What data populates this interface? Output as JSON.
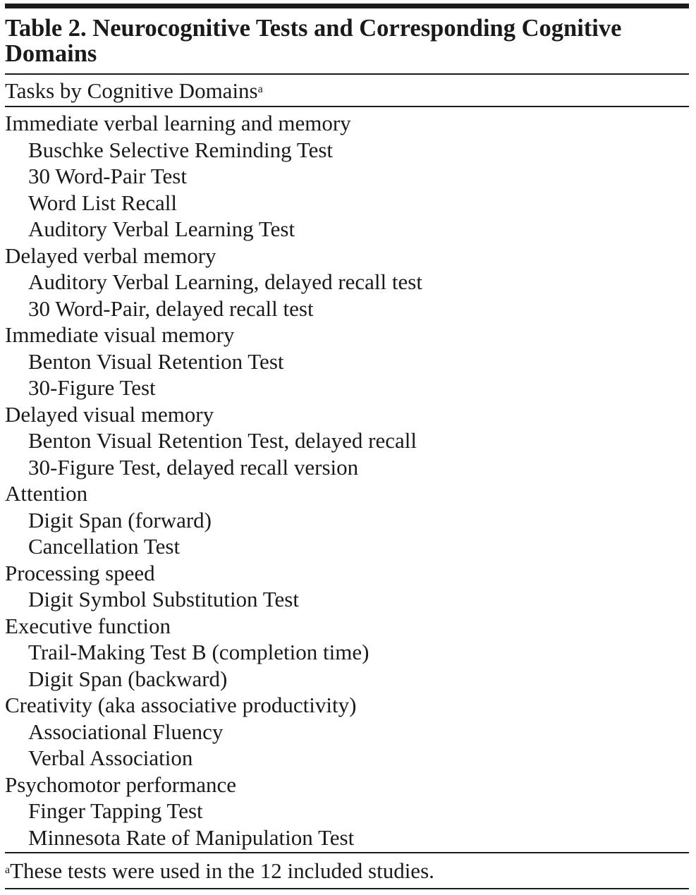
{
  "title": "Table 2. Neurocognitive Tests and Corresponding Cognitive Domains",
  "header": {
    "label": "Tasks by Cognitive Domains",
    "footnote_marker": "a"
  },
  "rows": [
    {
      "text": "Immediate verbal learning and memory",
      "level": 0
    },
    {
      "text": "Buschke Selective Reminding Test",
      "level": 1
    },
    {
      "text": "30 Word-Pair Test",
      "level": 1
    },
    {
      "text": "Word List Recall",
      "level": 1
    },
    {
      "text": "Auditory Verbal Learning Test",
      "level": 1
    },
    {
      "text": "Delayed verbal memory",
      "level": 0
    },
    {
      "text": "Auditory Verbal Learning, delayed recall test",
      "level": 1
    },
    {
      "text": "30 Word-Pair, delayed recall test",
      "level": 1
    },
    {
      "text": "Immediate visual memory",
      "level": 0
    },
    {
      "text": "Benton Visual Retention Test",
      "level": 1
    },
    {
      "text": "30-Figure Test",
      "level": 1
    },
    {
      "text": "Delayed visual memory",
      "level": 0
    },
    {
      "text": "Benton Visual Retention Test, delayed recall",
      "level": 1
    },
    {
      "text": "30-Figure Test, delayed recall version",
      "level": 1
    },
    {
      "text": "Attention",
      "level": 0
    },
    {
      "text": "Digit Span (forward)",
      "level": 1
    },
    {
      "text": "Cancellation Test",
      "level": 1
    },
    {
      "text": "Processing speed",
      "level": 0
    },
    {
      "text": "Digit Symbol Substitution Test",
      "level": 1
    },
    {
      "text": "Executive function",
      "level": 0
    },
    {
      "text": "Trail-Making Test B (completion time)",
      "level": 1
    },
    {
      "text": "Digit Span (backward)",
      "level": 1
    },
    {
      "text": "Creativity (aka associative productivity)",
      "level": 0
    },
    {
      "text": "Associational Fluency",
      "level": 1
    },
    {
      "text": "Verbal Association",
      "level": 1
    },
    {
      "text": "Psychomotor performance",
      "level": 0
    },
    {
      "text": "Finger Tapping Test",
      "level": 1
    },
    {
      "text": "Minnesota Rate of Manipulation Test",
      "level": 1
    }
  ],
  "footnote": {
    "marker": "a",
    "text": "These tests were used in the 12 included studies."
  }
}
